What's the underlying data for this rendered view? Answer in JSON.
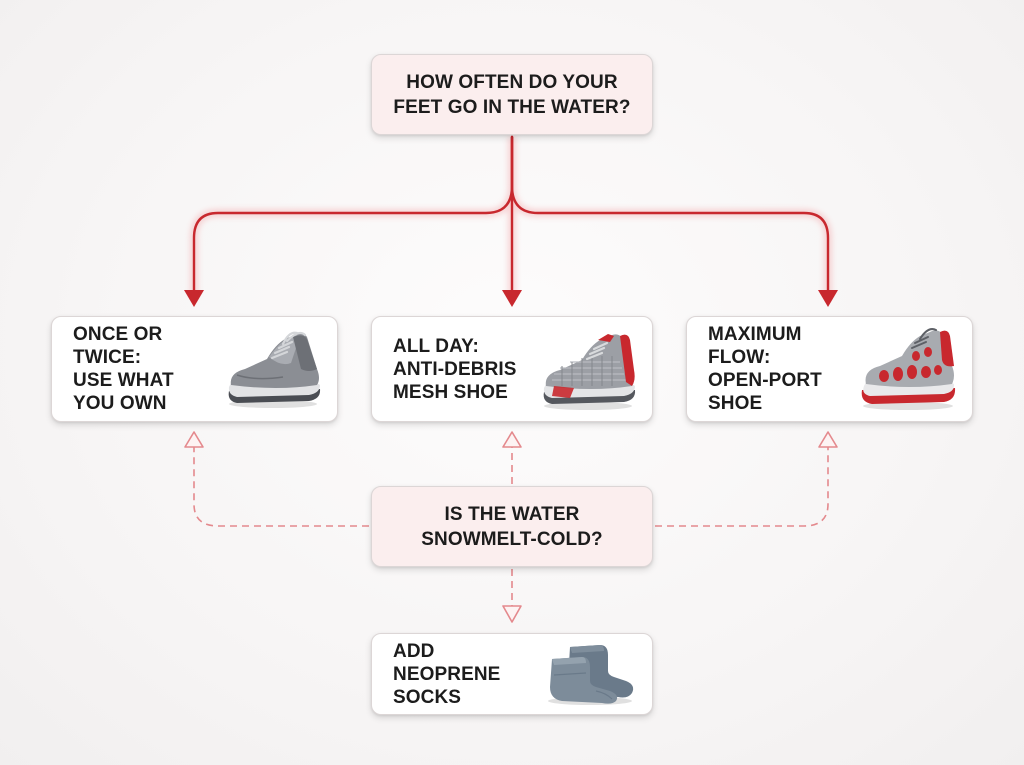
{
  "diagram": {
    "question_main": {
      "lines": [
        "HOW OFTEN DO YOUR",
        "FEET GO IN THE WATER?"
      ]
    },
    "options": [
      {
        "lines": [
          "ONCE OR TWICE:",
          "USE WHAT",
          "YOU OWN"
        ],
        "icon": "gray-sneaker-icon"
      },
      {
        "lines": [
          "ALL DAY:",
          "ANTI-DEBRIS",
          "MESH SHOE"
        ],
        "icon": "mesh-water-shoe-icon"
      },
      {
        "lines": [
          "MAXIMUM FLOW:",
          "OPEN-PORT",
          "SHOE"
        ],
        "icon": "open-port-shoe-icon"
      }
    ],
    "question_cold": {
      "lines": [
        "IS THE WATER",
        "SNOWMELT-COLD?"
      ]
    },
    "add_on": {
      "lines": [
        "ADD NEOPRENE",
        "SOCKS"
      ],
      "icon": "neoprene-socks-icon"
    }
  },
  "colors": {
    "primary_arrow": "#c8282e",
    "secondary_arrow": "#e4898d",
    "question_fill": "#fbeeee",
    "answer_fill": "#ffffff"
  }
}
